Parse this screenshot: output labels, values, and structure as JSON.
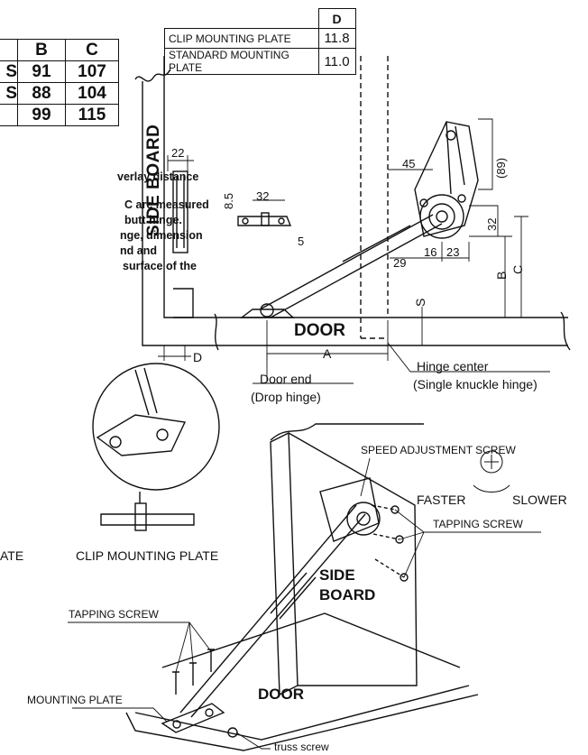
{
  "left_table": {
    "headers": [
      "",
      "B",
      "C"
    ],
    "rows": [
      [
        "S",
        "91",
        "107"
      ],
      [
        "S",
        "88",
        "104"
      ],
      [
        "",
        "99",
        "115"
      ]
    ]
  },
  "notes": [
    "verlay distance",
    "C are measured",
    "butt hinge.",
    "nge, dimension",
    "nd and",
    "surface of the"
  ],
  "d_table": {
    "header": "D",
    "rows": [
      {
        "label": "CLIP MOUNTING PLATE",
        "value": "11.8"
      },
      {
        "label": "STANDARD MOUNTING PLATE",
        "value": "11.0"
      }
    ]
  },
  "side_view": {
    "side_board": "SIDE BOARD",
    "door": "DOOR",
    "dim_22": "22",
    "dim_8_5": "8.5",
    "dim_32a": "32",
    "dim_5": "5",
    "dim_45": "45",
    "dim_89": "(89)",
    "dim_32b": "32",
    "dim_29": "29",
    "dim_16": "16",
    "dim_23": "23",
    "dim_A": "A",
    "dim_B": "B",
    "dim_C": "C",
    "dim_S": "S",
    "dim_D": "D",
    "door_end": "Door end",
    "drop_hinge": "(Drop hinge)",
    "hinge_center": "Hinge center",
    "single_knuckle": "(Single knuckle hinge)"
  },
  "detail": {
    "clip_mounting_plate": "CLIP MOUNTING PLATE",
    "ate": "ATE"
  },
  "iso_view": {
    "speed_screw": "SPEED ADJUSTMENT SCREW",
    "faster": "FASTER",
    "slower": "SLOWER",
    "tapping_screw_right": "TAPPING SCREW",
    "side": "SIDE",
    "board": "BOARD",
    "tapping_screw_left": "TAPPING SCREW",
    "mounting_plate": "MOUNTING PLATE",
    "door": "DOOR",
    "truss_screw": "truss screw"
  }
}
